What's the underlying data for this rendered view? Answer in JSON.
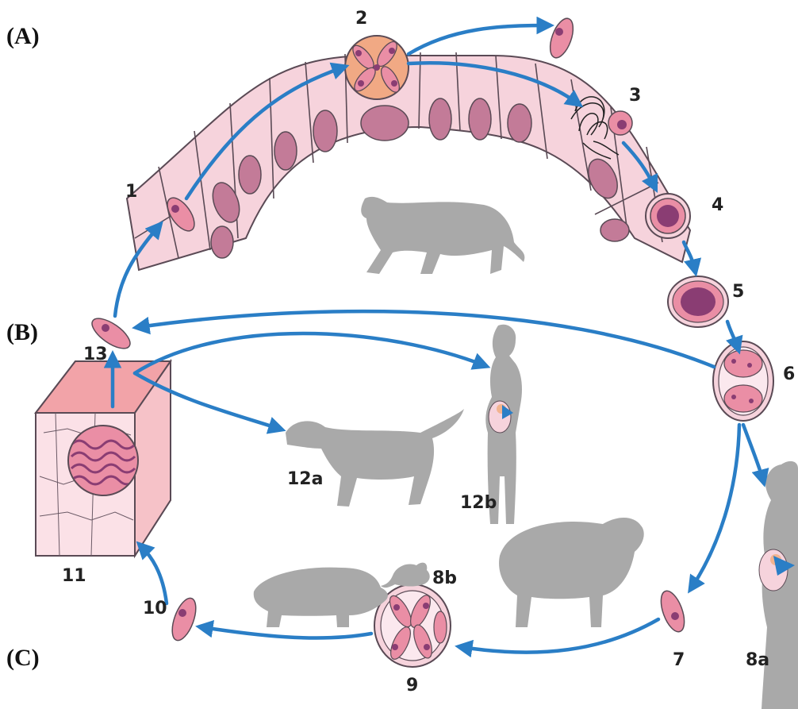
{
  "sections": [
    {
      "id": "A",
      "label": "(A)"
    },
    {
      "id": "B",
      "label": "(B)"
    },
    {
      "id": "C",
      "label": "(C)"
    }
  ],
  "stages": {
    "s1": "1",
    "s2": "2",
    "s3": "3",
    "s4": "4",
    "s5": "5",
    "s6": "6",
    "s7": "7",
    "s8a": "8a",
    "s8b": "8b",
    "s9": "9",
    "s10": "10",
    "s11": "11",
    "s12a": "12a",
    "s12b": "12b",
    "s13": "13"
  },
  "colors": {
    "arrow": "#2a7ec6",
    "epithelium": "#f6d3dc",
    "nucleus": "#c37b98",
    "parasite": "#ea8ea5",
    "parasite_nucleus": "#8a3d73",
    "host_silhouette": "#a9a9a9",
    "oocyst_core": "#8a3d73",
    "tissue": "#f2a3a8"
  },
  "icons": {
    "definitive_host": "cat-silhouette-icon",
    "intermediate_dog": "dog-silhouette-icon",
    "intermediate_pig": "pig-silhouette-icon",
    "intermediate_mouse": "mouse-silhouette-icon",
    "intermediate_sheep": "sheep-silhouette-icon",
    "human_pregnant": "pregnant-woman-silhouette-icon"
  }
}
